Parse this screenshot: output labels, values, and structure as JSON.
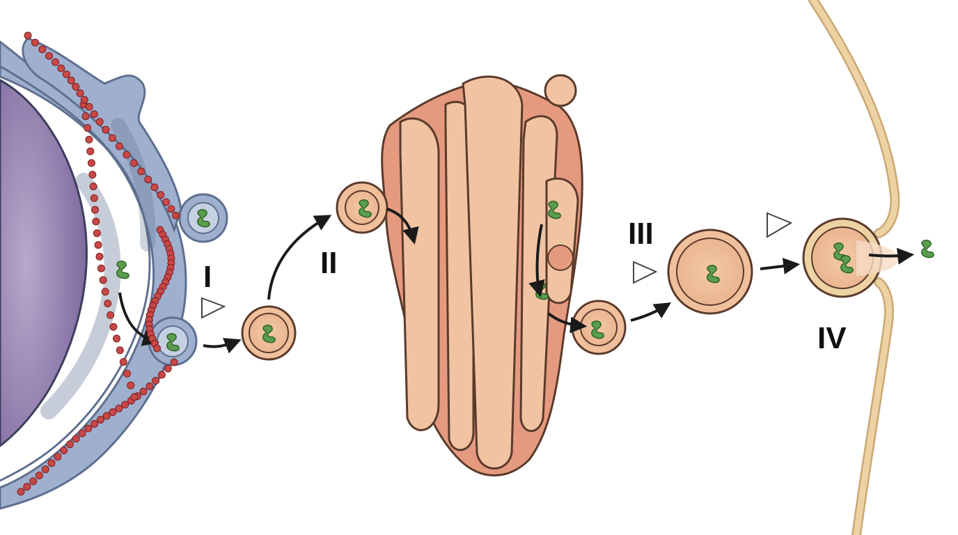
{
  "labels": {
    "stage_1": "I",
    "stage_2": "II",
    "stage_3": "III",
    "stage_4": "IV"
  },
  "colors": {
    "nucleus": "#9b86b5",
    "er": "#9fb0cf",
    "ribosome": "#c84848",
    "golgi": "#e59a80",
    "golgi_lumen": "#f2c3a2",
    "vesicle": "#f0c09c",
    "protein": "#5a9e4d",
    "membrane": "#edd3a4",
    "arrow": "#1a1a1a"
  },
  "icons": {
    "pointer": "triangle-pointer-icon",
    "flow": "curved-arrow-icon",
    "cargo": "protein-blob-icon"
  }
}
